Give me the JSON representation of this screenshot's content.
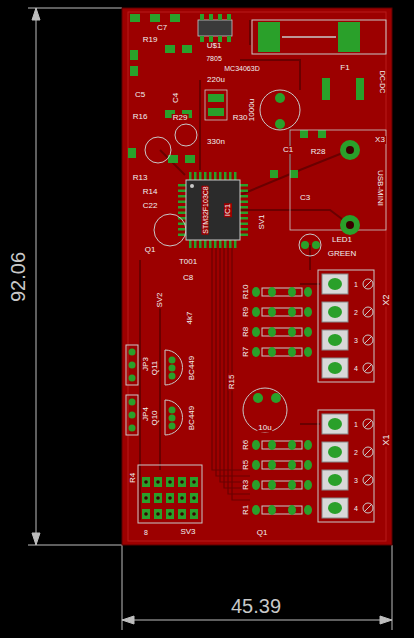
{
  "diagram": {
    "labels": [
      "92.06",
      "45.39",
      "U$1",
      "R19",
      "C7",
      "7805",
      "MC34063D",
      "F1",
      "DC-DC",
      "C5",
      "C4",
      "220u",
      "R29",
      "R30",
      "330n",
      "1000u",
      "R16",
      "C3",
      "R13",
      "R14",
      "C22",
      "Q1",
      "STM32F103C8",
      "IC1",
      "C1",
      "R28",
      "X3",
      "USB-MINI",
      "SV1",
      "LED1",
      "GREEN",
      "T001",
      "C8",
      "SV2",
      "4k7",
      "R10",
      "R9",
      "R8",
      "R7",
      "R15",
      "10u",
      "X2",
      "1",
      "2",
      "3",
      "4",
      "X1",
      "1",
      "2",
      "3",
      "4",
      "R6",
      "R5",
      "R3",
      "R1",
      "Q1",
      "JP3",
      "JP4",
      "Q11",
      "Q10",
      "BC449",
      "BC449",
      "R4",
      "SV3",
      "8"
    ]
  }
}
